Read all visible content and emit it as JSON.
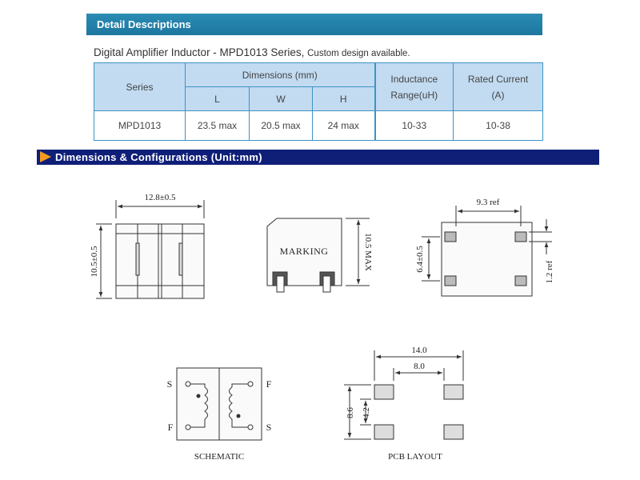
{
  "section_title": "Detail Descriptions",
  "intro": {
    "text": "Digital Amplifier Inductor - MPD1013 Series,",
    "small": "Custom design available."
  },
  "table": {
    "series_header": "Series",
    "dimensions_header": "Dimensions (mm)",
    "dim_cols": [
      "L",
      "W",
      "H"
    ],
    "inductance_header_1": "Inductance",
    "inductance_header_2": "Range(uH)",
    "current_header_1": "Rated Current",
    "current_header_2": "(A)",
    "row": {
      "series": "MPD1013",
      "L": "23.5 max",
      "W": "20.5 max",
      "H": "24 max",
      "inductance": "10-33",
      "current": "10-38"
    }
  },
  "dimensions_bar": "Dimensions & Configurations  (Unit:mm)",
  "drawings": {
    "front_width": "12.8±0.5",
    "front_height": "10.5±0.5",
    "side_marking": "MARKING",
    "side_height": "10.5 MAX",
    "bottom_pitch": "9.3 ref",
    "bottom_height": "6.4±0.5",
    "bottom_pad": "1.2 ref",
    "schematic_S_left": "S",
    "schematic_F_left": "F",
    "schematic_F_right": "F",
    "schematic_S_right": "S",
    "schematic_caption": "SCHEMATIC",
    "pcb_outer": "14.0",
    "pcb_inner": "8.0",
    "pcb_height": "8.6",
    "pcb_gap": "4.2",
    "pcb_caption": "PCB LAYOUT"
  }
}
